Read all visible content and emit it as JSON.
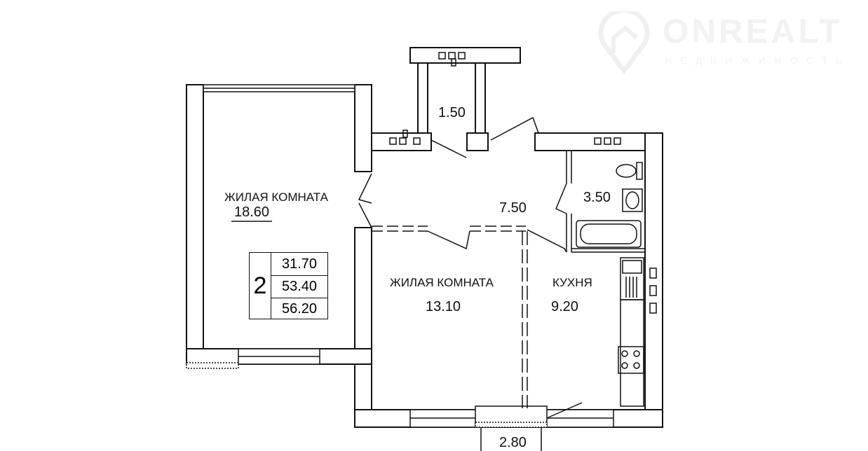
{
  "watermark": {
    "brand": "ONREALT",
    "tagline": "НЕДВИЖИМОСТЬ"
  },
  "rooms": {
    "living_room_1": {
      "label": "ЖИЛАЯ КОМНАТА",
      "area": "18.60"
    },
    "balcony_top": {
      "area": "1.50"
    },
    "hallway": {
      "area": "7.50"
    },
    "bathroom": {
      "area": "3.50"
    },
    "living_room_2": {
      "label": "ЖИЛАЯ КОМНАТА",
      "area": "13.10"
    },
    "kitchen": {
      "label": "КУХНЯ",
      "area": "9.20"
    },
    "balcony_bottom": {
      "area": "2.80"
    }
  },
  "summary": {
    "room_count": "2",
    "living_area": "31.70",
    "total_area": "53.40",
    "total_with_balconies": "56.20"
  }
}
